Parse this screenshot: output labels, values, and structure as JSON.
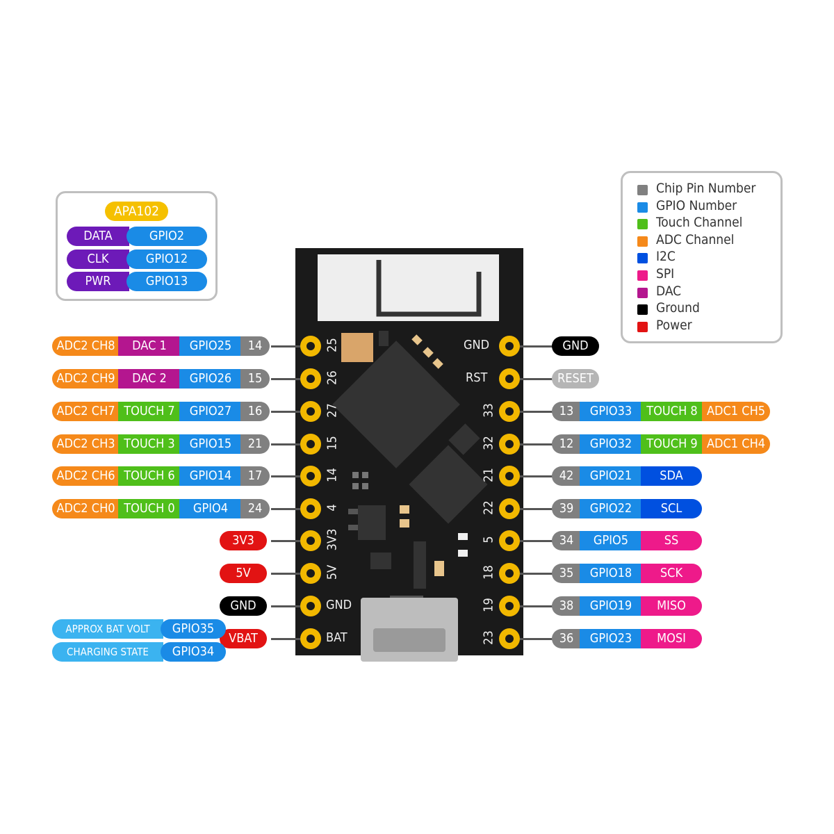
{
  "legend": {
    "items": [
      {
        "label": "Chip Pin Number",
        "color": "#808080"
      },
      {
        "label": "GPIO Number",
        "color": "#1a8be6"
      },
      {
        "label": "Touch Channel",
        "color": "#4fbf1a"
      },
      {
        "label": "ADC Channel",
        "color": "#f5891a"
      },
      {
        "label": "I2C",
        "color": "#0050e0"
      },
      {
        "label": "SPI",
        "color": "#ee1a8a"
      },
      {
        "label": "DAC",
        "color": "#b4168f"
      },
      {
        "label": "Ground",
        "color": "#000000"
      },
      {
        "label": "Power",
        "color": "#e21313"
      }
    ]
  },
  "apa102": {
    "title": "APA102",
    "rows": [
      {
        "name": "DATA",
        "gpio": "GPIO2"
      },
      {
        "name": "CLK",
        "gpio": "GPIO12"
      },
      {
        "name": "PWR",
        "gpio": "GPIO13"
      }
    ]
  },
  "left_pins": [
    {
      "silk": "25",
      "labels": [
        "ADC2 CH8",
        "DAC 1",
        "GPIO25",
        "14"
      ],
      "kinds": [
        "adc",
        "dac",
        "gpio",
        "gray"
      ]
    },
    {
      "silk": "26",
      "labels": [
        "ADC2 CH9",
        "DAC 2",
        "GPIO26",
        "15"
      ],
      "kinds": [
        "adc",
        "dac",
        "gpio",
        "gray"
      ]
    },
    {
      "silk": "27",
      "labels": [
        "ADC2 CH7",
        "TOUCH 7",
        "GPIO27",
        "16"
      ],
      "kinds": [
        "adc",
        "touch",
        "gpio",
        "gray"
      ]
    },
    {
      "silk": "15",
      "labels": [
        "ADC2 CH3",
        "TOUCH 3",
        "GPIO15",
        "21"
      ],
      "kinds": [
        "adc",
        "touch",
        "gpio",
        "gray"
      ]
    },
    {
      "silk": "14",
      "labels": [
        "ADC2 CH6",
        "TOUCH 6",
        "GPIO14",
        "17"
      ],
      "kinds": [
        "adc",
        "touch",
        "gpio",
        "gray"
      ]
    },
    {
      "silk": "4",
      "labels": [
        "ADC2 CH0",
        "TOUCH 0",
        "GPIO4",
        "24"
      ],
      "kinds": [
        "adc",
        "touch",
        "gpio",
        "gray"
      ]
    },
    {
      "silk": "3V3",
      "labels": [
        "3V3"
      ],
      "kinds": [
        "pwr"
      ]
    },
    {
      "silk": "5V",
      "labels": [
        "5V"
      ],
      "kinds": [
        "pwr"
      ]
    },
    {
      "silk": "GND",
      "labels": [
        "GND"
      ],
      "kinds": [
        "gnd"
      ]
    },
    {
      "silk": "BAT",
      "labels": [
        "VBAT"
      ],
      "kinds": [
        "pwr"
      ]
    }
  ],
  "bat_extra": [
    {
      "label": "APPROX BAT VOLT",
      "gpio": "GPIO35"
    },
    {
      "label": "CHARGING STATE",
      "gpio": "GPIO34"
    }
  ],
  "right_pins": [
    {
      "silk": "GND",
      "labels": [
        "GND"
      ],
      "kinds": [
        "gnd"
      ]
    },
    {
      "silk": "RST",
      "labels": [
        "RESET"
      ],
      "kinds": [
        "rst"
      ]
    },
    {
      "silk": "33",
      "labels": [
        "13",
        "GPIO33",
        "TOUCH 8",
        "ADC1 CH5"
      ],
      "kinds": [
        "gray",
        "gpio",
        "touch",
        "adc"
      ]
    },
    {
      "silk": "32",
      "labels": [
        "12",
        "GPIO32",
        "TOUCH 9",
        "ADC1 CH4"
      ],
      "kinds": [
        "gray",
        "gpio",
        "touch",
        "adc"
      ]
    },
    {
      "silk": "21",
      "labels": [
        "42",
        "GPIO21",
        "SDA"
      ],
      "kinds": [
        "gray",
        "gpio",
        "i2c"
      ]
    },
    {
      "silk": "22",
      "labels": [
        "39",
        "GPIO22",
        "SCL"
      ],
      "kinds": [
        "gray",
        "gpio",
        "i2c"
      ]
    },
    {
      "silk": "5",
      "labels": [
        "34",
        "GPIO5",
        "SS"
      ],
      "kinds": [
        "gray",
        "gpio",
        "spi"
      ]
    },
    {
      "silk": "18",
      "labels": [
        "35",
        "GPIO18",
        "SCK"
      ],
      "kinds": [
        "gray",
        "gpio",
        "spi"
      ]
    },
    {
      "silk": "19",
      "labels": [
        "38",
        "GPIO19",
        "MISO"
      ],
      "kinds": [
        "gray",
        "gpio",
        "spi"
      ]
    },
    {
      "silk": "23",
      "labels": [
        "36",
        "GPIO23",
        "MOSI"
      ],
      "kinds": [
        "gray",
        "gpio",
        "spi"
      ]
    }
  ]
}
